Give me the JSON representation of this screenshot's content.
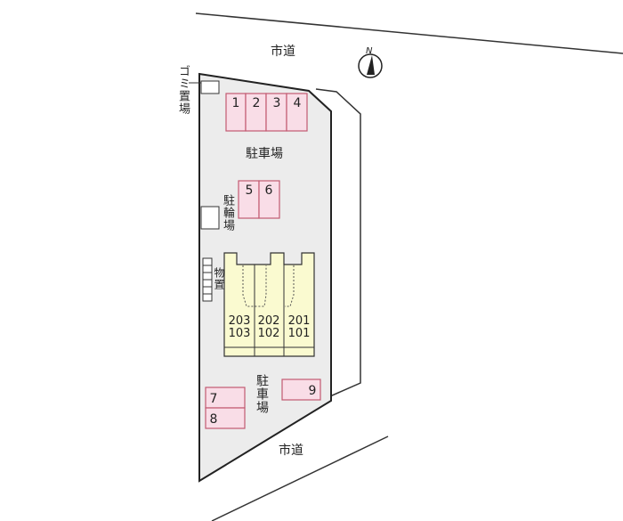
{
  "roads": {
    "top": "市道",
    "bottom": "市道"
  },
  "north_label": "N",
  "garbage": "ゴミ置場",
  "bike_parking": "駐輪場",
  "storage": "物置",
  "parking_label_top": "駐車場",
  "parking_label_bottom": "駐車場",
  "parking_spaces": [
    "1",
    "2",
    "3",
    "4",
    "5",
    "6",
    "7",
    "8",
    "9"
  ],
  "units": [
    {
      "upper": "203",
      "lower": "103"
    },
    {
      "upper": "202",
      "lower": "102"
    },
    {
      "upper": "201",
      "lower": "101"
    }
  ],
  "colors": {
    "lot": "#ececec",
    "parking": "#f9dde7",
    "parking_border": "#c25a72",
    "building": "#fafad0"
  }
}
